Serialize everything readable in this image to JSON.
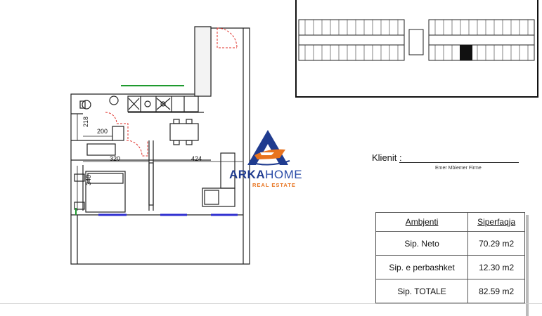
{
  "dimensions": {
    "d218": "218",
    "d200": "200",
    "d320": "320",
    "d424": "424",
    "d340": "340"
  },
  "client": {
    "label": "Klienit :",
    "caption": "Emer  Mbiemer Firme"
  },
  "logo": {
    "word_bold": "ARKA",
    "word_light": "HOME",
    "tagline": "REAL ESTATE",
    "brand_blue": "#1f3b8f",
    "brand_orange": "#e8731e"
  },
  "area_table": {
    "headers": [
      "Ambjenti",
      "Siperfaqja"
    ],
    "rows": [
      {
        "label": "Sip. Neto",
        "value": "70.29 m2"
      },
      {
        "label": "Sip. e perbashket",
        "value": "12.30 m2"
      },
      {
        "label": "Sip. TOTALE",
        "value": "82.59 m2"
      }
    ]
  },
  "colors": {
    "window_blue": "#2f2fd0",
    "door_red": "#e0302a",
    "plant_green": "#1e9a2e"
  }
}
